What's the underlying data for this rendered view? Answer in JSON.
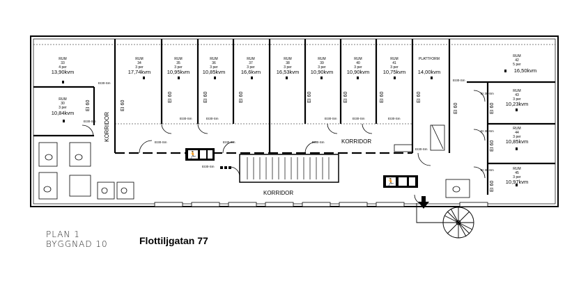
{
  "rooms": [
    {
      "number": "33",
      "persons": "4 per",
      "area": "13,90kvm"
    },
    {
      "number": "34",
      "persons": "3 per",
      "area": "17,74kvm"
    },
    {
      "number": "35",
      "persons": "3 per",
      "area": "10,95kvm"
    },
    {
      "number": "36",
      "persons": "3 per",
      "area": "10,85kvm"
    },
    {
      "number": "37",
      "persons": "3 per",
      "area": "16,6kvm"
    },
    {
      "number": "38",
      "persons": "3 per",
      "area": "16,53kvm"
    },
    {
      "number": "39",
      "persons": "3 per",
      "area": "10,90kvm"
    },
    {
      "number": "40",
      "persons": "3 per",
      "area": "10,90kvm"
    },
    {
      "number": "41",
      "persons": "3 per",
      "area": "10,75kvm"
    },
    {
      "number": "42",
      "persons": "5 per",
      "area": "16,50kvm"
    },
    {
      "number": "43",
      "persons": "3 per",
      "area": "10,23kvm"
    },
    {
      "number": "44",
      "persons": "3 per",
      "area": "10,85kvm"
    },
    {
      "number": "45",
      "persons": "3 per",
      "area": "10,97kvm"
    },
    {
      "number": "30",
      "persons": "3 per",
      "area": "10,84kvm"
    }
  ],
  "room_prefix": "RUM",
  "plattform": {
    "name": "PLATTFORM",
    "area": "14,00kvm"
  },
  "corridor_label": "KORRIDOR",
  "fire_rating": "EI 60",
  "door_rating": "EI30-Sm",
  "door_rating_alt": "EI 30-Sm",
  "plan": {
    "line1": "PLAN 1",
    "line2": "BYGGNAD 10"
  },
  "address": "Flottiljgatan 77",
  "colors": {
    "line": "#000000",
    "paper": "#ffffff"
  }
}
